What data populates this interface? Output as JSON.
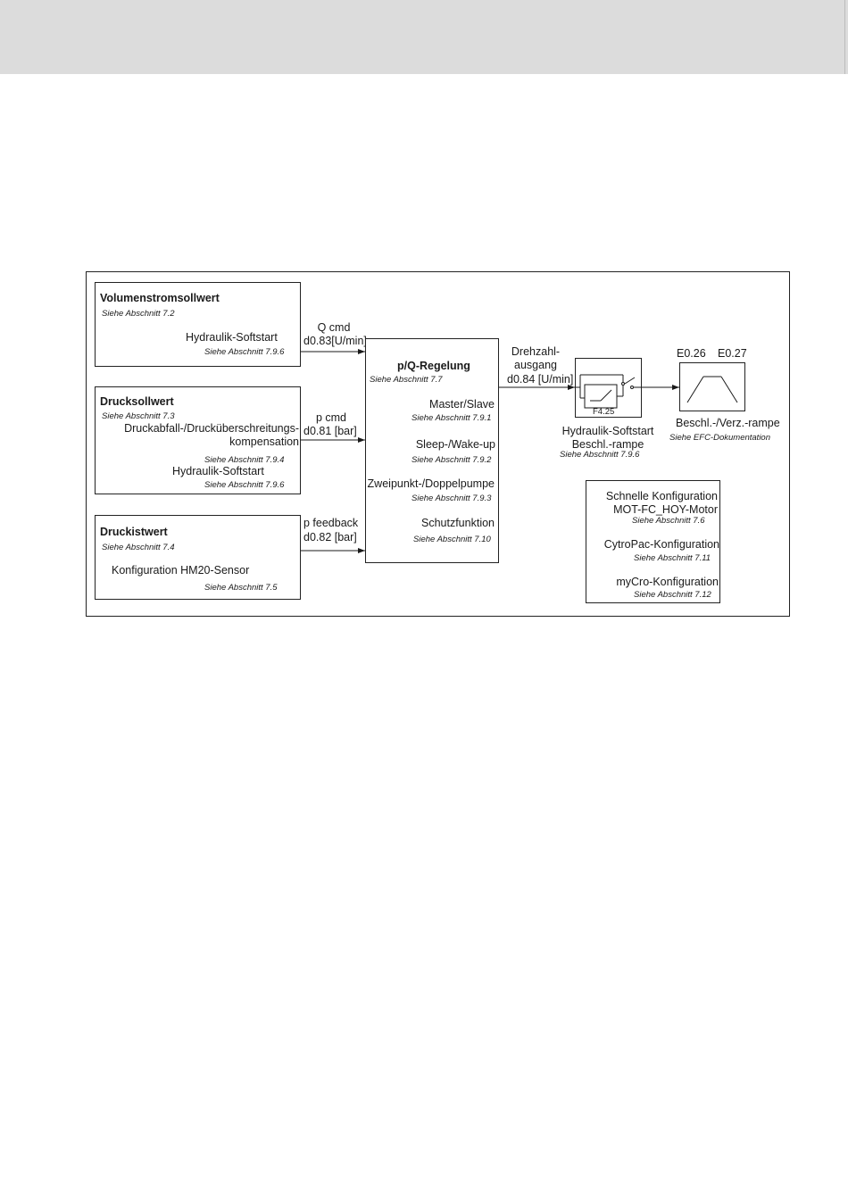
{
  "header": {
    "bar_color": "#dcdcdc"
  },
  "diagram": {
    "block_volumenstrom": {
      "title": "Volumenstromsollwert",
      "ref": "Siehe Abschnitt 7.2",
      "item": "Hydraulik-Softstart",
      "item_ref": "Siehe Abschnitt 7.9.6"
    },
    "block_druck": {
      "title": "Drucksollwert",
      "ref": "Siehe Abschnitt 7.3",
      "item1_line1": "Druckabfall-/Drucküberschreitungs-",
      "item1_line2": "kompensation",
      "item1_ref": "Siehe Abschnitt 7.9.4",
      "item2": "Hydraulik-Softstart",
      "item2_ref": "Siehe Abschnitt 7.9.6"
    },
    "block_druckist": {
      "title": "Druckistwert",
      "ref": "Siehe Abschnitt 7.4",
      "item": "Konfiguration HM20-Sensor",
      "item_ref": "Siehe Abschnitt 7.5"
    },
    "signal_q": {
      "name": "Q cmd",
      "param": "d0.83[U/min]"
    },
    "signal_p": {
      "name": "p cmd",
      "param": "d0.81 [bar]"
    },
    "signal_fb": {
      "name": "p feedback",
      "param": "d0.82 [bar]"
    },
    "block_regelung": {
      "title": "p/Q-Regelung",
      "ref": "Siehe Abschnitt 7.7",
      "items": [
        {
          "label": "Master/Slave",
          "ref": "Siehe Abschnitt 7.9.1"
        },
        {
          "label": "Sleep-/Wake-up",
          "ref": "Siehe Abschnitt 7.9.2"
        },
        {
          "label": "Zweipunkt-/Doppelpumpe",
          "ref": "Siehe Abschnitt 7.9.3"
        },
        {
          "label": "Schutzfunktion",
          "ref": "Siehe Abschnitt 7.10"
        }
      ]
    },
    "signal_out": {
      "line1": "Drehzahl-",
      "line2": "ausgang",
      "param": "d0.84 [U/min]"
    },
    "block_softstart": {
      "param": "F4.25",
      "label1": "Hydraulik-Softstart",
      "label2": "Beschl.-rampe",
      "ref": "Siehe Abschnitt 7.9.6"
    },
    "block_rampe": {
      "param1": "E0.26",
      "param2": "E0.27",
      "label": "Beschl.-/Verz.-rampe",
      "ref": "Siehe EFC-Dokumentation"
    },
    "block_konfig": {
      "item1_line1": "Schnelle Konfiguration",
      "item1_line2": "MOT-FC_HOY-Motor",
      "item1_ref": "Siehe Abschnitt 7.6",
      "item2": "CytroPac-Konfiguration",
      "item2_ref": "Siehe Abschnitt 7.11",
      "item3": "myCro-Konfiguration",
      "item3_ref": "Siehe Abschnitt 7.12"
    }
  }
}
